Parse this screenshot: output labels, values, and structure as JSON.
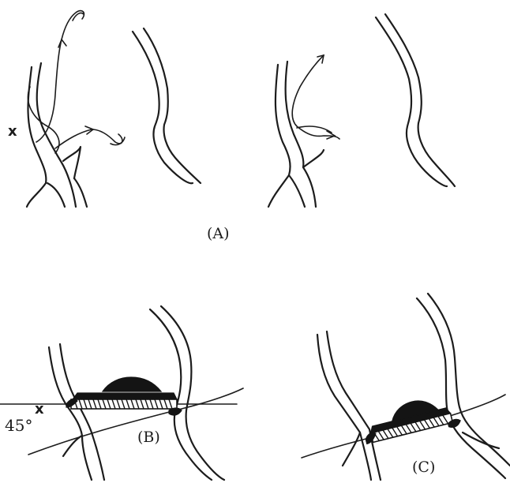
{
  "figure": {
    "panels": [
      {
        "label": "(A)"
      },
      {
        "label": "(B)"
      },
      {
        "label": "(C)"
      }
    ],
    "markers": {
      "panel_a_x": "x",
      "panel_b_x": "x",
      "angle": "45°"
    }
  }
}
